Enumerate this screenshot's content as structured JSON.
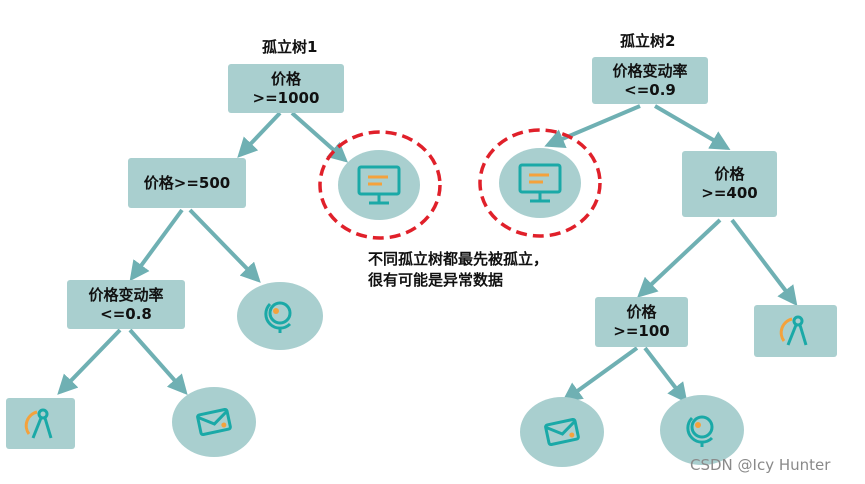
{
  "tree1": {
    "title": "孤立树1",
    "root": {
      "line1": "价格",
      "line2": ">=1000"
    },
    "node_a": {
      "line1": "价格>=500"
    },
    "node_b": {
      "line1": "价格变动率",
      "line2": "<=0.8"
    },
    "leaf_icons": [
      "monitor-icon",
      "globe-icon",
      "drafting-compass-icon",
      "envelope-icon"
    ]
  },
  "tree2": {
    "title": "孤立树2",
    "root": {
      "line1": "价格变动率",
      "line2": "<=0.9"
    },
    "node_a": {
      "line1": "价格",
      "line2": ">=400"
    },
    "node_b": {
      "line1": "价格",
      "line2": ">=100"
    },
    "leaf_icons": [
      "monitor-icon",
      "drafting-compass-icon",
      "envelope-icon",
      "globe-icon"
    ]
  },
  "annotation": {
    "line1": "不同孤立树都最先被孤立，",
    "line2": "很有可能是异常数据"
  },
  "watermark": "CSDN @Icy Hunter",
  "colors": {
    "node_fill": "#a9cfcf",
    "edge": "#6fb0b3",
    "icon": "#1aa9a7",
    "icon_accent": "#f4a23c",
    "highlight": "#e0202a"
  }
}
